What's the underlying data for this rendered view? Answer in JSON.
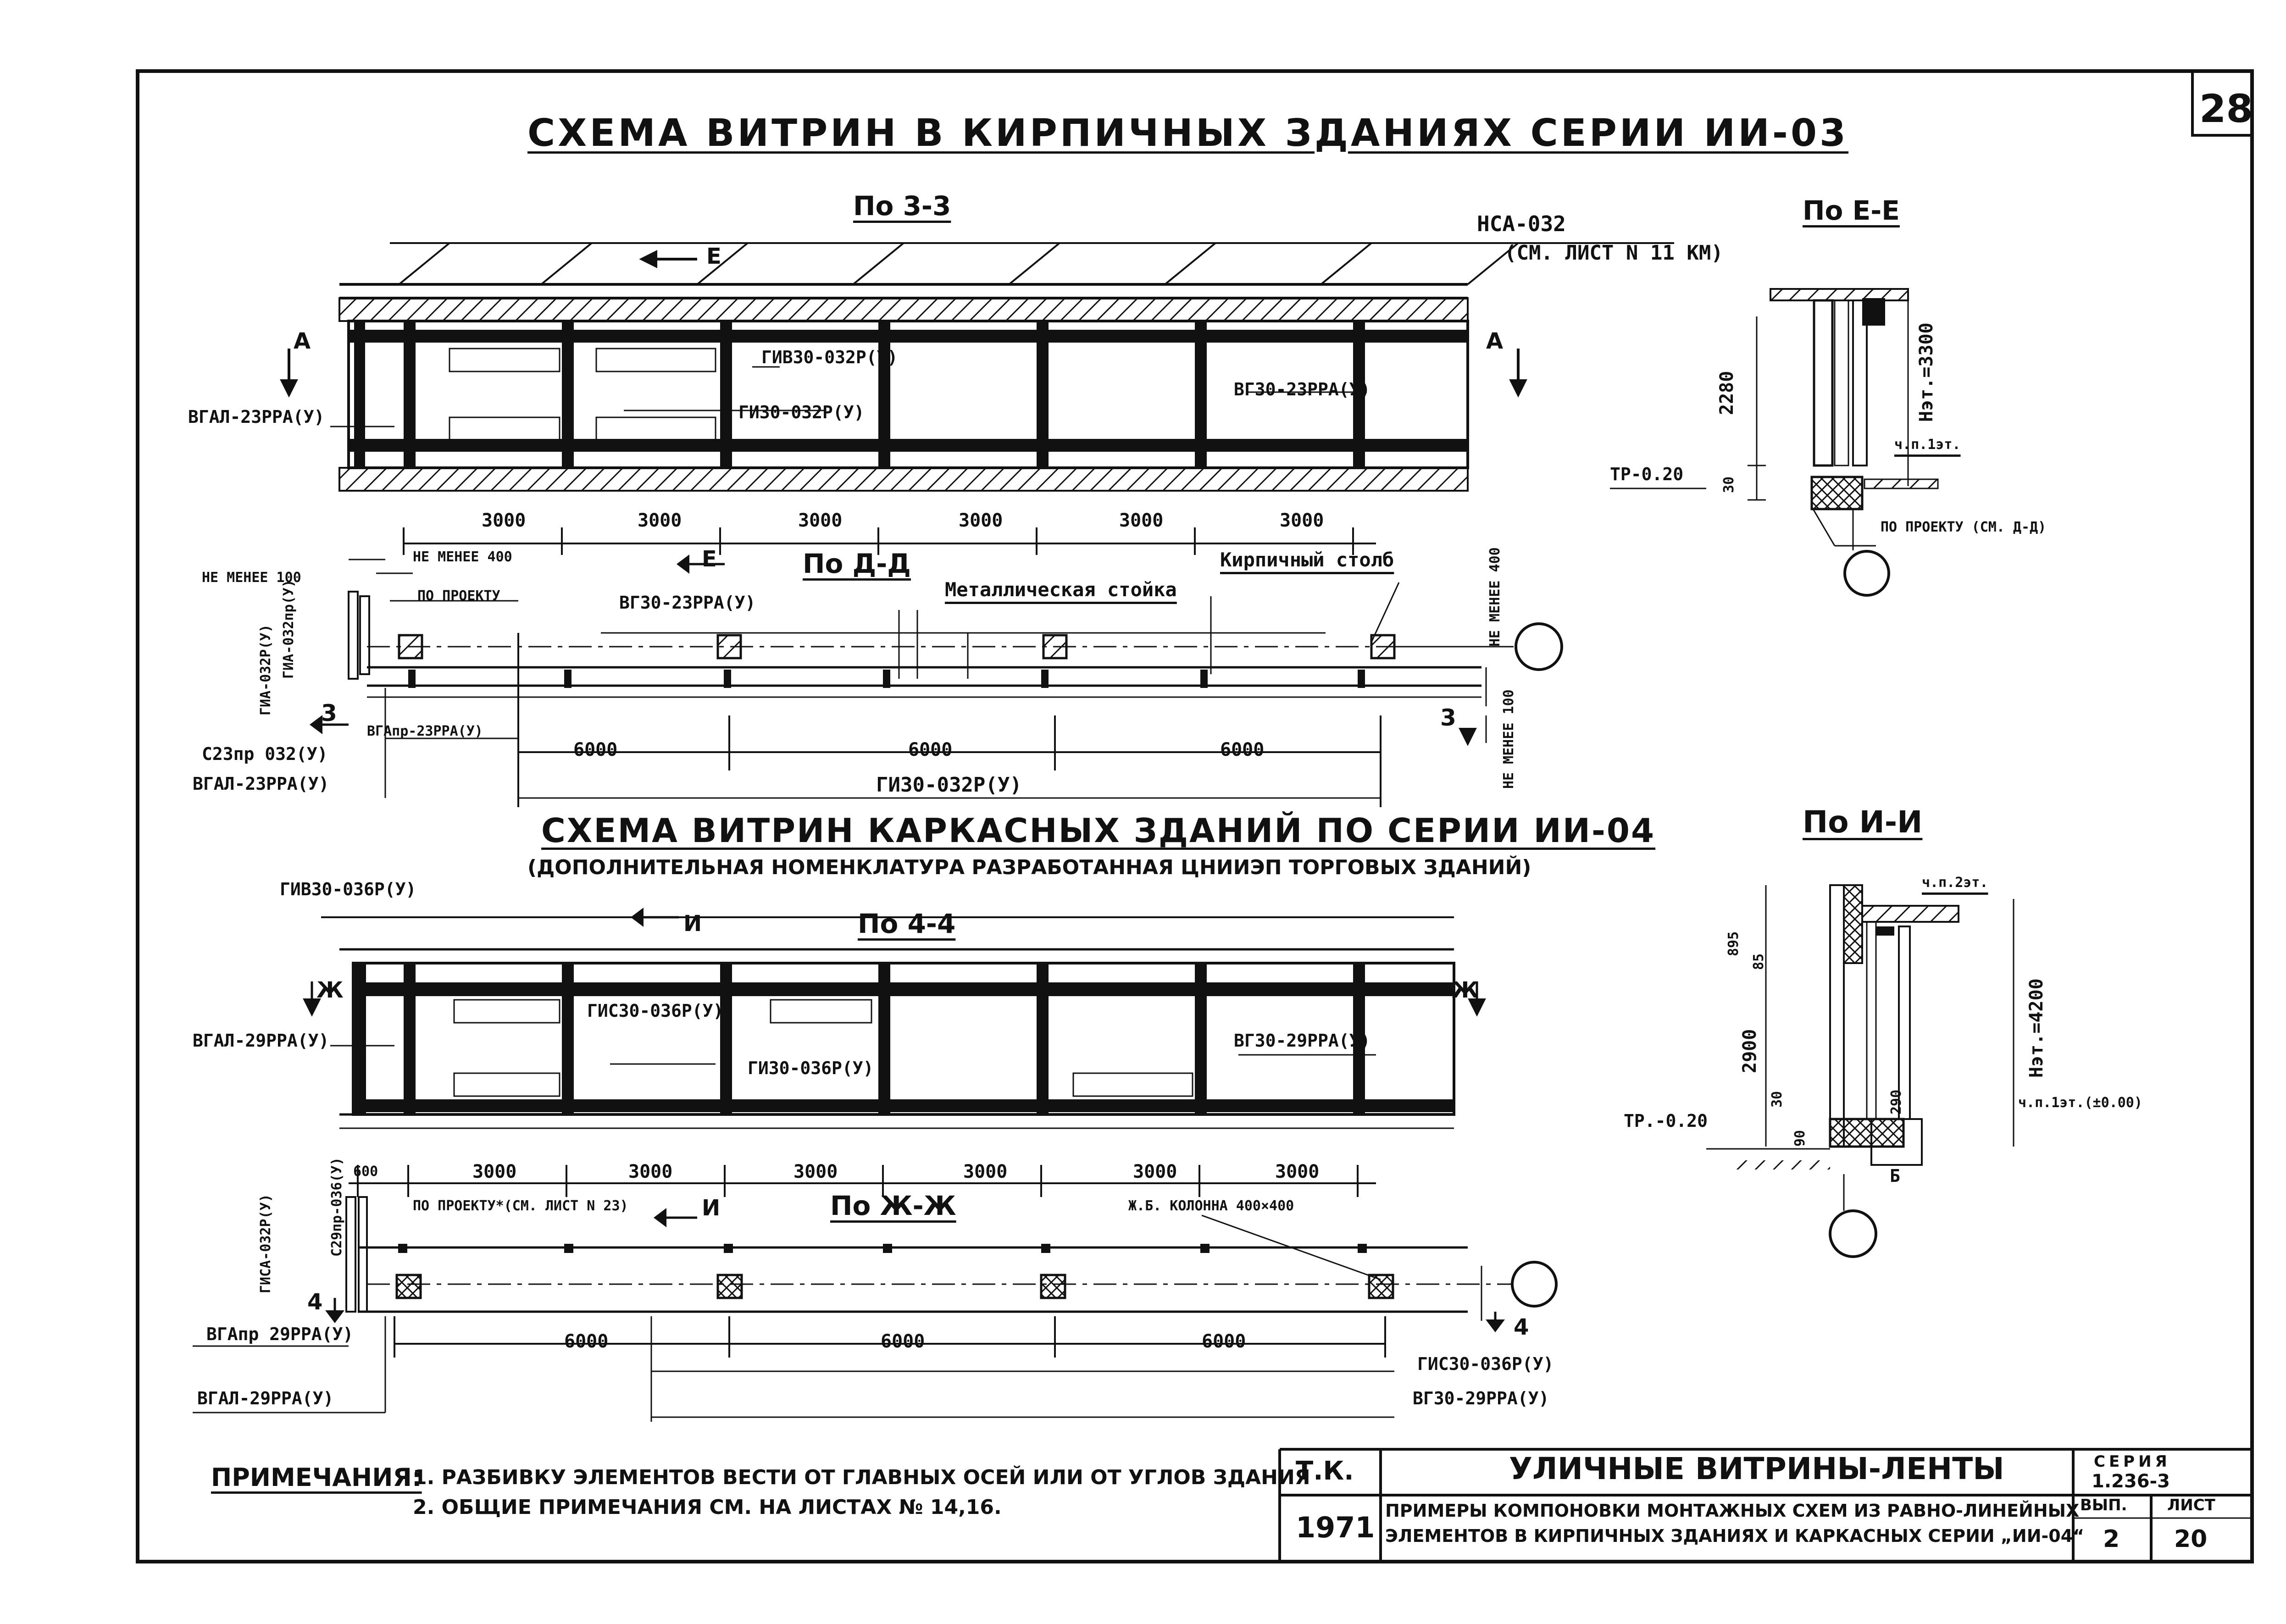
{
  "sheet": {
    "number": "28",
    "title_main": "СХЕМА ВИТРИН В КИРПИЧНЫХ ЗДАНИЯХ СЕРИИ ИИ-03",
    "title_second": "СХЕМА ВИТРИН КАРКАСНЫХ ЗДАНИЙ ПО СЕРИИ ИИ-04",
    "title_second_sub": "(ДОПОЛНИТЕЛЬНАЯ НОМЕНКЛАТУРА РАЗРАБОТАННАЯ ЦНИИЭП ТОРГОВЫХ ЗДАНИЙ)"
  },
  "upper": {
    "view_33": "По 3-3",
    "view_dd": "По Д-Д",
    "nsa": "НСА-032",
    "nsa_ref": "(СМ. ЛИСТ N 11 КМ)",
    "mark_e": "Е",
    "mark_a": "А",
    "mark_3": "3",
    "giv": "ГИВ30-032Р(У)",
    "gi": "ГИ30-032Р(У)",
    "vg": "ВГ30-23РРА(У)",
    "vga_l": "ВГАЛ-23РРА(У)",
    "dims_top": [
      "3000",
      "3000",
      "3000",
      "3000",
      "3000",
      "3000"
    ],
    "ne_menee_400": "НЕ МЕНЕЕ 400",
    "ne_menee_100": "НЕ МЕНЕЕ 100",
    "po_proektu": "ПО ПРОЕКТУ",
    "vg_plan": "ВГ30-23РРА(У)",
    "metal": "Металлическая стойка",
    "kirp": "Кирпичный столб",
    "ne_menee_400_v": "НЕ МЕНЕЕ 400",
    "ne_menee_100_v": "НЕ МЕНЕЕ 100",
    "gia": "ГИА-032Р(У)",
    "gia_pr": "ГИА-032пр(У)",
    "vga_pr": "ВГАпр-23РРА(У)",
    "c23": "С23пр 032(У)",
    "vga_l2": "ВГАЛ-23РРА(У)",
    "dims_plan": [
      "6000",
      "6000",
      "6000"
    ],
    "gi_plan": "ГИ30-032Р(У)"
  },
  "ee": {
    "title": "По Е-Е",
    "d2280": "2280",
    "d30": "30",
    "h3300": "Нэт.=3300",
    "tr": "ТР-0.20",
    "chp": "ч.п.1эт.",
    "po_proektu": "ПО ПРОЕКТУ (СМ. Д-Д)"
  },
  "lower": {
    "giv": "ГИВ30-036Р(У)",
    "view_44": "По 4-4",
    "mark_i": "И",
    "mark_zh": "Ж",
    "gis": "ГИС30-036Р(У)",
    "vga": "ВГАЛ-29РРА(У)",
    "vg": "ВГ30-29РРА(У)",
    "gi": "ГИ30-036Р(У)",
    "d600": "600",
    "dims_top": [
      "3000",
      "3000",
      "3000",
      "3000",
      "3000",
      "3000"
    ],
    "po_proektu": "ПО ПРОЕКТУ*(СМ. ЛИСТ N 23)",
    "view_zhzh": "По Ж-Ж",
    "kolonna": "Ж.Б. КОЛОННА 400×400",
    "gisa": "ГИСА-032Р(У)",
    "c29": "С29пр-036(У)",
    "vga_pr": "ВГАпр 29РРА(У)",
    "mark_4": "4",
    "dims_plan": [
      "6000",
      "6000",
      "6000"
    ],
    "vga_l": "ВГАЛ-29РРА(У)",
    "gis_plan": "ГИС30-036Р(У)",
    "vg_plan": "ВГ30-29РРА(У)"
  },
  "ii": {
    "title": "По И-И",
    "chp2": "ч.п.2эт.",
    "d895": "895",
    "d85": "85",
    "d2900": "2900",
    "d30": "30",
    "d290": "290",
    "d90": "90",
    "h4200": "Нэт.=4200",
    "chp1": "ч.п.1эт.(±0.00)",
    "tr": "ТР.-0.20",
    "b": "Б"
  },
  "notes": {
    "heading": "ПРИМЕЧАНИЯ:",
    "n1": "1. РАЗБИВКУ ЭЛЕМЕНТОВ ВЕСТИ ОТ ГЛАВНЫХ ОСЕЙ ИЛИ ОТ УГЛОВ ЗДАНИЯ",
    "n2": "2. ОБЩИЕ ПРИМЕЧАНИЯ СМ. НА ЛИСТАХ № 14,16."
  },
  "title_block": {
    "tk": "Т.К.",
    "year": "1971",
    "title": "УЛИЧНЫЕ ВИТРИНЫ-ЛЕНТЫ",
    "subtitle1": "ПРИМЕРЫ КОМПОНОВКИ МОНТАЖНЫХ СХЕМ ИЗ РАВНО-ЛИНЕЙНЫХ",
    "subtitle2": "ЭЛЕМЕНТОВ В КИРПИЧНЫХ ЗДАНИЯХ И КАРКАСНЫХ СЕРИИ „ИИ-04“",
    "seria_label": "СЕРИЯ",
    "seria": "1.236-3",
    "vyp_label": "ВЫП.",
    "vyp": "2",
    "list_label": "ЛИСТ",
    "list": "20"
  }
}
